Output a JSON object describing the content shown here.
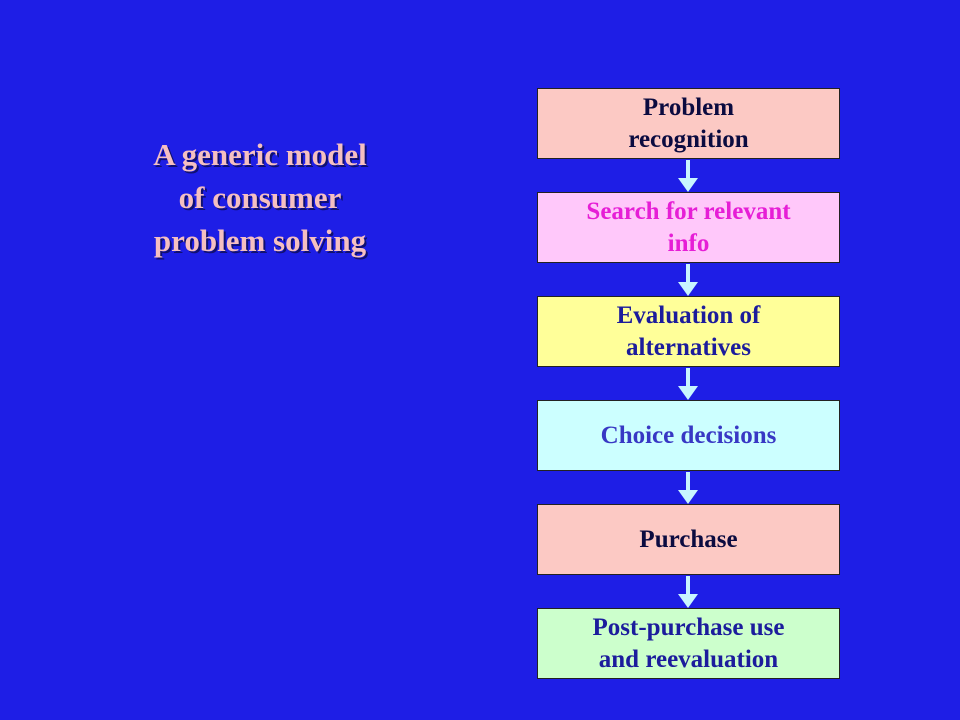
{
  "title": {
    "lines": [
      "A generic model",
      "of consumer",
      "problem solving"
    ]
  },
  "colors": {
    "background": "#1e1ee6",
    "title_text": "#f5bfc1",
    "arrow": "#c8f6ff"
  },
  "steps": [
    {
      "lines": [
        "Problem",
        "recognition"
      ],
      "fill": "#fcc9c4",
      "text_color": "#0b0b40"
    },
    {
      "lines": [
        "Search for relevant",
        "info"
      ],
      "fill": "#ffc8fa",
      "text_color": "#e61ed6"
    },
    {
      "lines": [
        "Evaluation of",
        "alternatives"
      ],
      "fill": "#ffff99",
      "text_color": "#1c1c9c"
    },
    {
      "lines": [
        "Choice decisions"
      ],
      "fill": "#ccffff",
      "text_color": "#3838c4"
    },
    {
      "lines": [
        "Purchase"
      ],
      "fill": "#fcc9c4",
      "text_color": "#0b0b40"
    },
    {
      "lines": [
        "Post-purchase use",
        "and reevaluation"
      ],
      "fill": "#ccffcc",
      "text_color": "#1c1c9c"
    }
  ]
}
